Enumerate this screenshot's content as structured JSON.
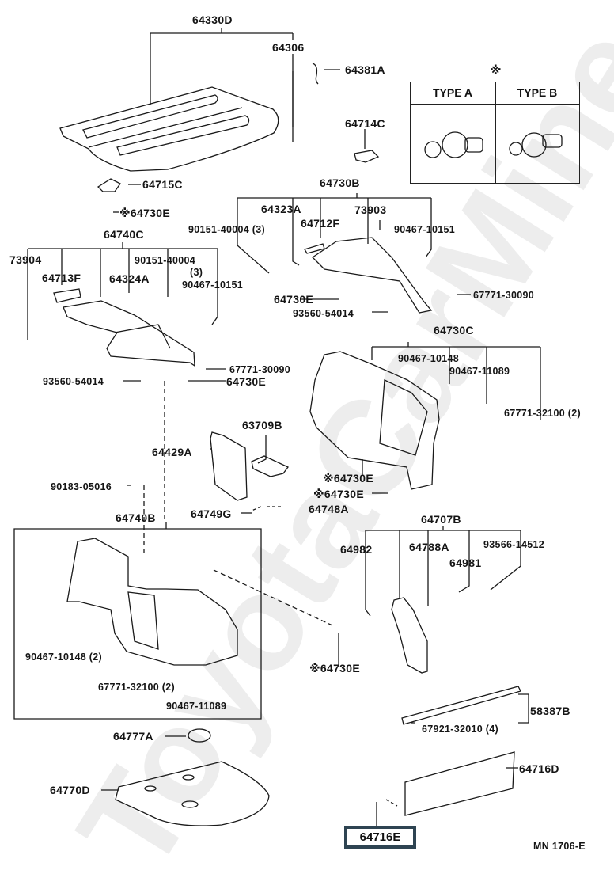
{
  "diagram": {
    "title_code": "MN 1706-E",
    "watermark": "ToyotaCarMine.ru",
    "highlighted_part": "64716E",
    "highlight_color": "#2e4452",
    "type_legend": {
      "symbol": "※",
      "type_a": "TYPE A",
      "type_b": "TYPE B"
    },
    "labels": {
      "p64330D": "64330D",
      "p64306": "64306",
      "p64381A": "64381A",
      "p64714C": "64714C",
      "p64715C": "64715C",
      "p64730E_a": "※64730E",
      "p64730B": "64730B",
      "p64323A": "64323A",
      "p64712F": "64712F",
      "p73903": "73903",
      "p90151_40004_r": "90151-40004 (3)",
      "p90467_10151_r": "90467-10151",
      "p64730E_b": "64730E",
      "p93560_54014_r": "93560-54014",
      "p67771_30090_r": "67771-30090",
      "p64740C": "64740C",
      "p73904": "73904",
      "p64713F": "64713F",
      "p64324A": "64324A",
      "p90151_40004_l": "90151-40004",
      "p90151_qty_l": "(3)",
      "p90467_10151_l": "90467-10151",
      "p67771_30090_l": "67771-30090",
      "p93560_54014_l": "93560-54014",
      "p64730E_c": "64730E",
      "p64730C": "64730C",
      "p90467_10148_r": "90467-10148",
      "p90467_11089_r": "90467-11089",
      "p67771_32100_r": "67771-32100 (2)",
      "p64730E_d": "※64730E",
      "p64730E_e": "※64730E",
      "p63709B": "63709B",
      "p64429A": "64429A",
      "p90183_05016": "90183-05016",
      "p64749G": "64749G",
      "p64748A": "64748A",
      "p64740B": "64740B",
      "p90467_10148_b": "90467-10148 (2)",
      "p67771_32100_b": "67771-32100 (2)",
      "p90467_11089_b": "90467-11089",
      "p64730E_f": "※64730E",
      "p64707B": "64707B",
      "p64982": "64982",
      "p64788A": "64788A",
      "p64981": "64981",
      "p93566_14512": "93566-14512",
      "p64777A": "64777A",
      "p64770D": "64770D",
      "p58387B": "58387B",
      "p67921_32010": "67921-32010 (4)",
      "p64716D": "64716D"
    }
  }
}
